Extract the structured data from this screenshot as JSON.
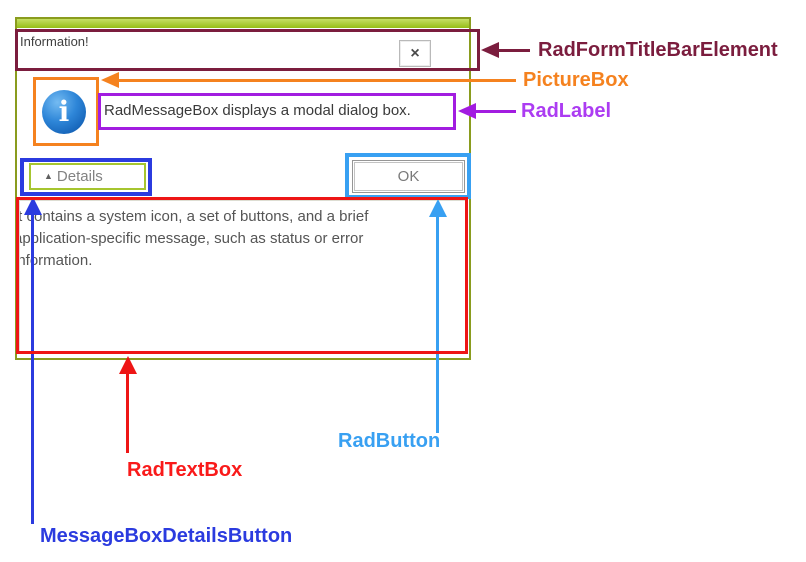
{
  "dialog": {
    "title": "Information!",
    "close_button": "×",
    "info_icon_glyph": "i",
    "message": "RadMessageBox displays a modal dialog box.",
    "details_button": {
      "arrow": "▲",
      "label": "Details"
    },
    "ok_button": "OK",
    "details_text_lines": [
      "It contains a system icon, a set of buttons, and a brief",
      "application-specific message, such as status or error",
      "information."
    ]
  },
  "annotations": {
    "title_bar": {
      "label": "RadFormTitleBarElement",
      "color": "#7B1D3E"
    },
    "picture_box": {
      "label": "PictureBox",
      "color": "#F5821F"
    },
    "rad_label": {
      "label": "RadLabel",
      "box_color": "#A21CE0",
      "text_color": "#AC3CF2"
    },
    "rad_button": {
      "label": "RadButton",
      "color": "#38A0F2"
    },
    "rad_text_box": {
      "label": "RadTextBox",
      "box_color": "#EE1515",
      "text_color": "#F91A1A"
    },
    "details_button": {
      "label": "MessageBoxDetailsButton",
      "color": "#2B3BDF"
    }
  },
  "theme": {
    "window_border": "#8A9C1E",
    "titlebar_accent": "#96BE16",
    "details_button_border": "#A6C52F",
    "info_icon_blue": "#1B72CC"
  }
}
